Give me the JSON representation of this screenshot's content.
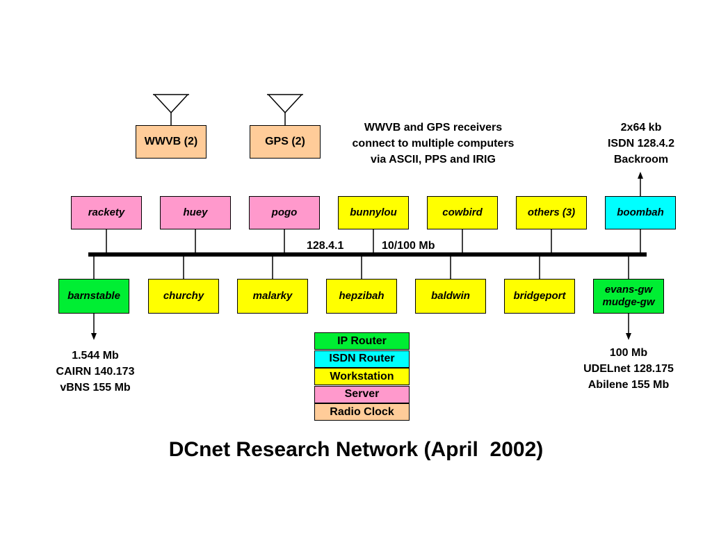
{
  "diagram": {
    "title": "DCnet Research Network (April  2002)",
    "colors": {
      "ip_router": "#00ee33",
      "isdn_router": "#00ffff",
      "workstation": "#ffff00",
      "server": "#ff99cc",
      "radio_clock": "#ffcc99"
    },
    "radio_clocks": [
      {
        "label": "WWVB (2)"
      },
      {
        "label": "GPS (2)"
      }
    ],
    "receivers_note": {
      "lines": [
        "WWVB and GPS receivers",
        "connect to multiple computers",
        "via ASCII, PPS and IRIG"
      ]
    },
    "isdn_link": {
      "lines": [
        "2x64 kb",
        "ISDN 128.4.2",
        "Backroom"
      ]
    },
    "bus": {
      "network": "128.4.1",
      "speed": "10/100 Mb"
    },
    "top_hosts": [
      {
        "name": "rackety",
        "role": "server"
      },
      {
        "name": "huey",
        "role": "server"
      },
      {
        "name": "pogo",
        "role": "server"
      },
      {
        "name": "bunnylou",
        "role": "workstation"
      },
      {
        "name": "cowbird",
        "role": "workstation"
      },
      {
        "name": "others (3)",
        "role": "workstation"
      },
      {
        "name": "boombah",
        "role": "isdn_router"
      }
    ],
    "bottom_hosts": [
      {
        "name": "barnstable",
        "role": "ip_router"
      },
      {
        "name": "churchy",
        "role": "workstation"
      },
      {
        "name": "malarky",
        "role": "workstation"
      },
      {
        "name": "hepzibah",
        "role": "workstation"
      },
      {
        "name": "baldwin",
        "role": "workstation"
      },
      {
        "name": "bridgeport",
        "role": "workstation"
      },
      {
        "name": "evans-gw\nmudge-gw",
        "role": "ip_router"
      }
    ],
    "left_link": {
      "lines": [
        "1.544 Mb",
        "CAIRN 140.173",
        "vBNS 155 Mb"
      ]
    },
    "right_link": {
      "lines": [
        "100 Mb",
        "UDELnet 128.175",
        "Abilene 155 Mb"
      ]
    },
    "legend": [
      {
        "label": "IP Router",
        "role": "ip_router"
      },
      {
        "label": "ISDN Router",
        "role": "isdn_router"
      },
      {
        "label": "Workstation",
        "role": "workstation"
      },
      {
        "label": "Server",
        "role": "server"
      },
      {
        "label": "Radio Clock",
        "role": "radio_clock"
      }
    ]
  }
}
